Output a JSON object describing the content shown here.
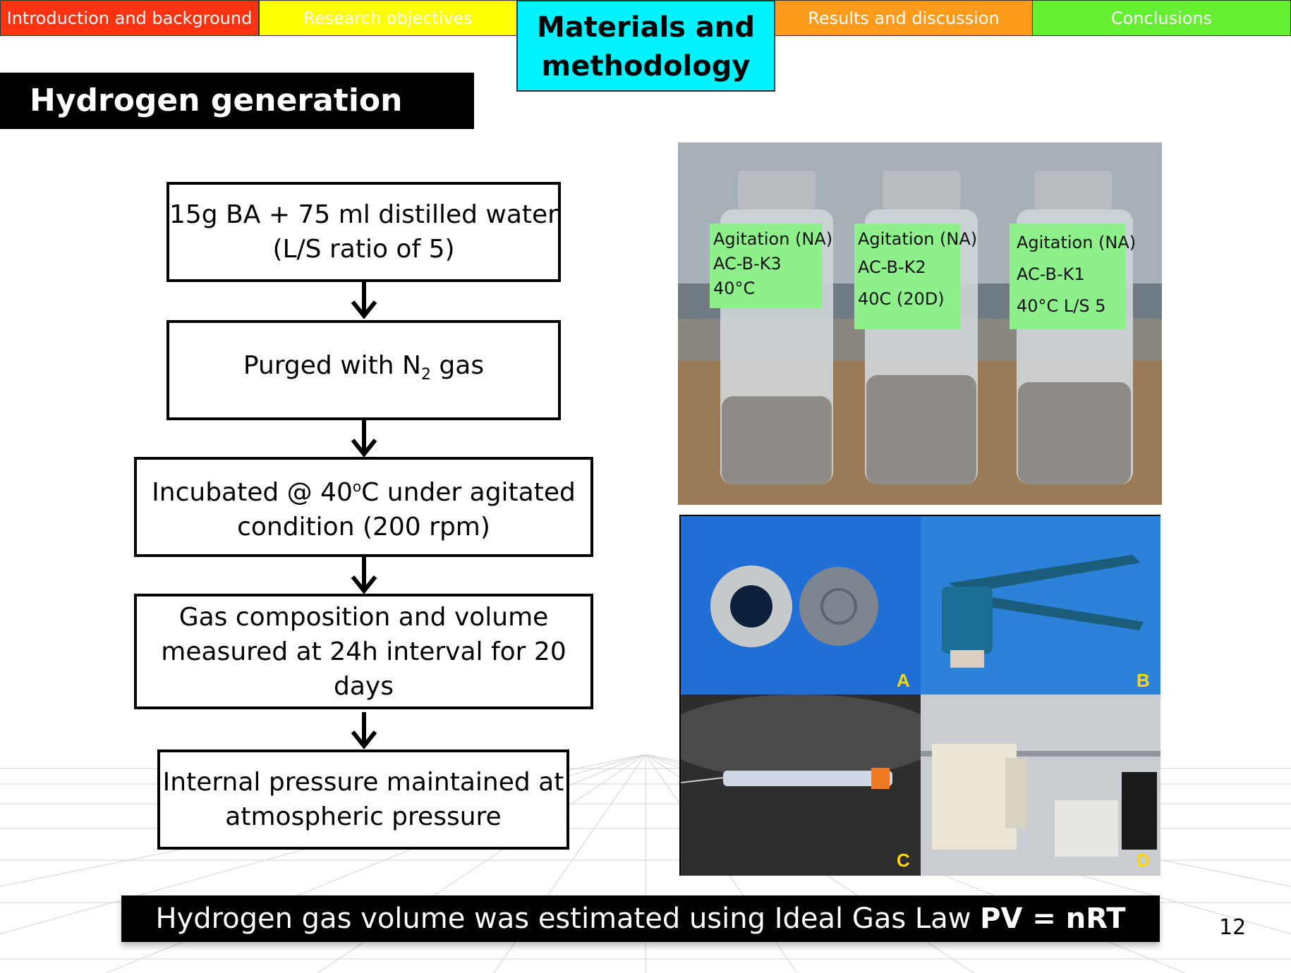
{
  "nav": {
    "tabs": [
      {
        "label": "Introduction and background",
        "color": "#ff3311"
      },
      {
        "label": "Research objectives",
        "color": "#ffff00"
      },
      {
        "label": "Materials and methodology",
        "color": "#00f2ff",
        "active": true
      },
      {
        "label": "Results and discussion",
        "color": "#ff9a1a"
      },
      {
        "label": "Conclusions",
        "color": "#66ee33"
      }
    ]
  },
  "section_title": "Hydrogen generation set-up",
  "flowchart": {
    "step1_line1": "15g BA + 75 ml distilled water",
    "step1_line2": "(L/S ratio of 5)",
    "step2_pre": "Purged with N",
    "step2_sub": "2",
    "step2_post": " gas",
    "step3_pre": "Incubated @ 40",
    "step3_sup": "o",
    "step3_post": "C under agitated",
    "step3_line2": "condition (200 rpm)",
    "step4_line1": "Gas composition and volume",
    "step4_line2": "measured at 24h interval for 20 days",
    "step5_line1": "Internal pressure maintained at",
    "step5_line2": "atmospheric pressure"
  },
  "photos": {
    "vial_labels": [
      {
        "line1": "Agitation (NA)",
        "line2": "AC-B-K3",
        "line3": "40°C"
      },
      {
        "line1": "Agitation (NA)",
        "line2": "AC-B-K2",
        "line3": "40C (20D)"
      },
      {
        "line1": "Agitation (NA)",
        "line2": "AC-B-K1",
        "line3": "40°C L/S 5"
      }
    ],
    "panel_labels": [
      "A",
      "B",
      "C",
      "D"
    ]
  },
  "summary": {
    "text": "Hydrogen gas volume was estimated using Ideal Gas Law ",
    "formula": "PV = nRT"
  },
  "page_number": "12"
}
